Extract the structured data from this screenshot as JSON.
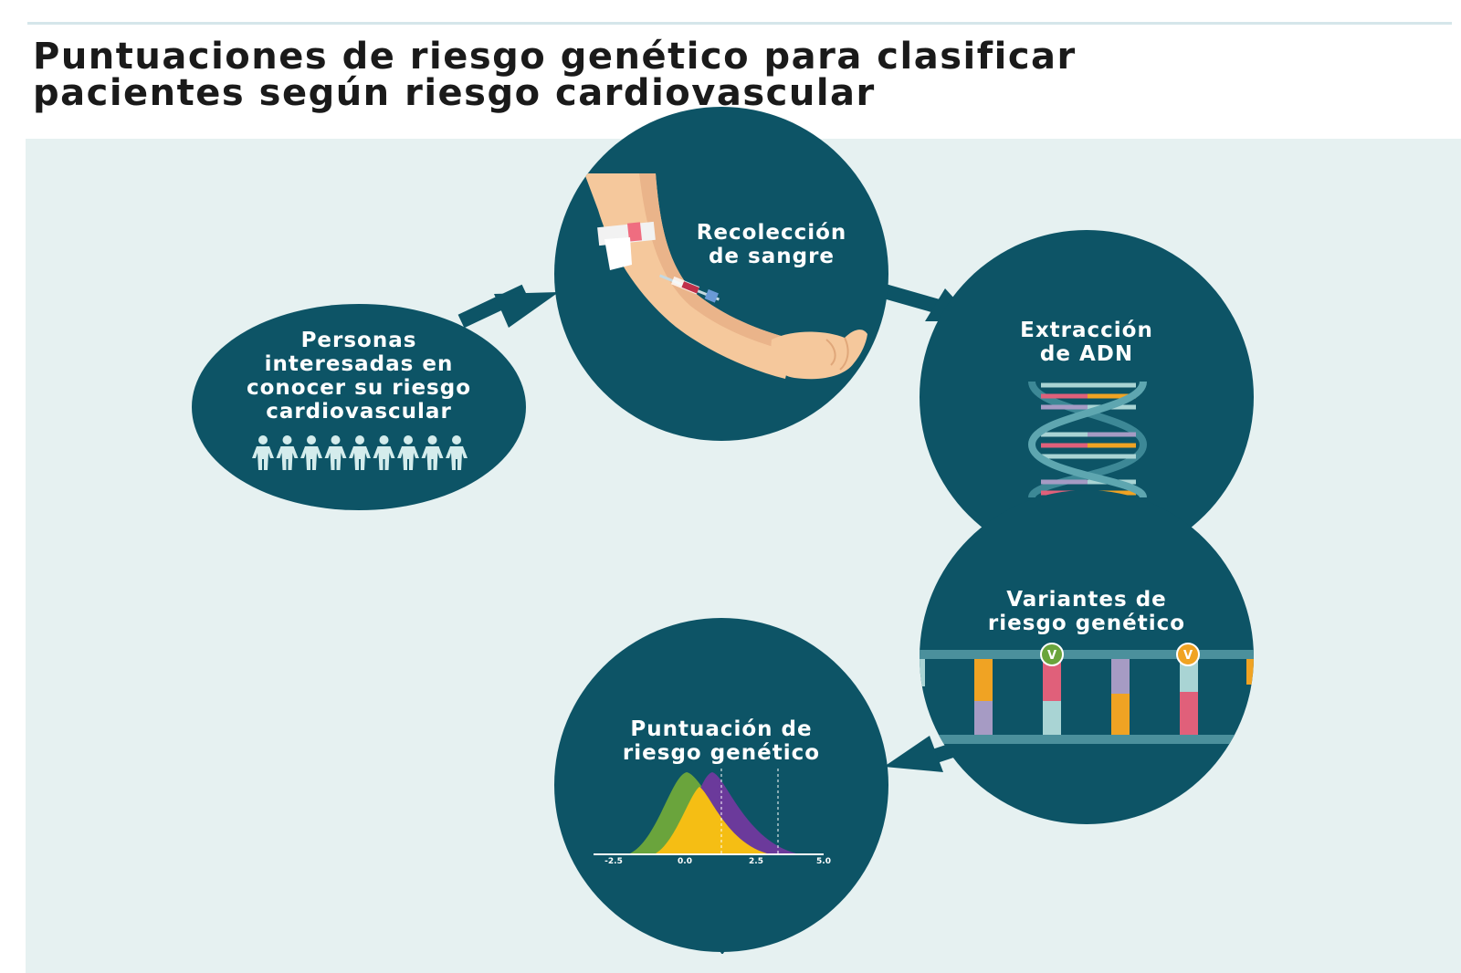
{
  "title": {
    "line1": "Puntuaciones de riesgo genético para clasificar",
    "line2": "pacientes según riesgo cardiovascular"
  },
  "steps": {
    "personas": [
      "Personas",
      "interesadas en",
      "conocer su riesgo",
      "cardiovascular"
    ],
    "sangre": [
      "Recolección",
      "de sangre"
    ],
    "adn": [
      "Extracción",
      "de ADN"
    ],
    "variantes": [
      "Variantes de",
      "riesgo genético"
    ],
    "puntuacion": [
      "Puntuación de",
      "riesgo genético"
    ]
  },
  "variant_badge": "V",
  "distribution_ticks": [
    "-2.5",
    "0.0",
    "2.5",
    "5.0"
  ],
  "colors": {
    "circle": "#0d5466",
    "background": "#e6f1f1",
    "arrow": "#0d5466",
    "green": "#6aa43c",
    "yellow": "#f5be14",
    "purple": "#6b3a9b",
    "pink": "#e0607a",
    "teal_light": "#a9d4d4",
    "lavender": "#a69bc4",
    "orange": "#f0a323"
  }
}
